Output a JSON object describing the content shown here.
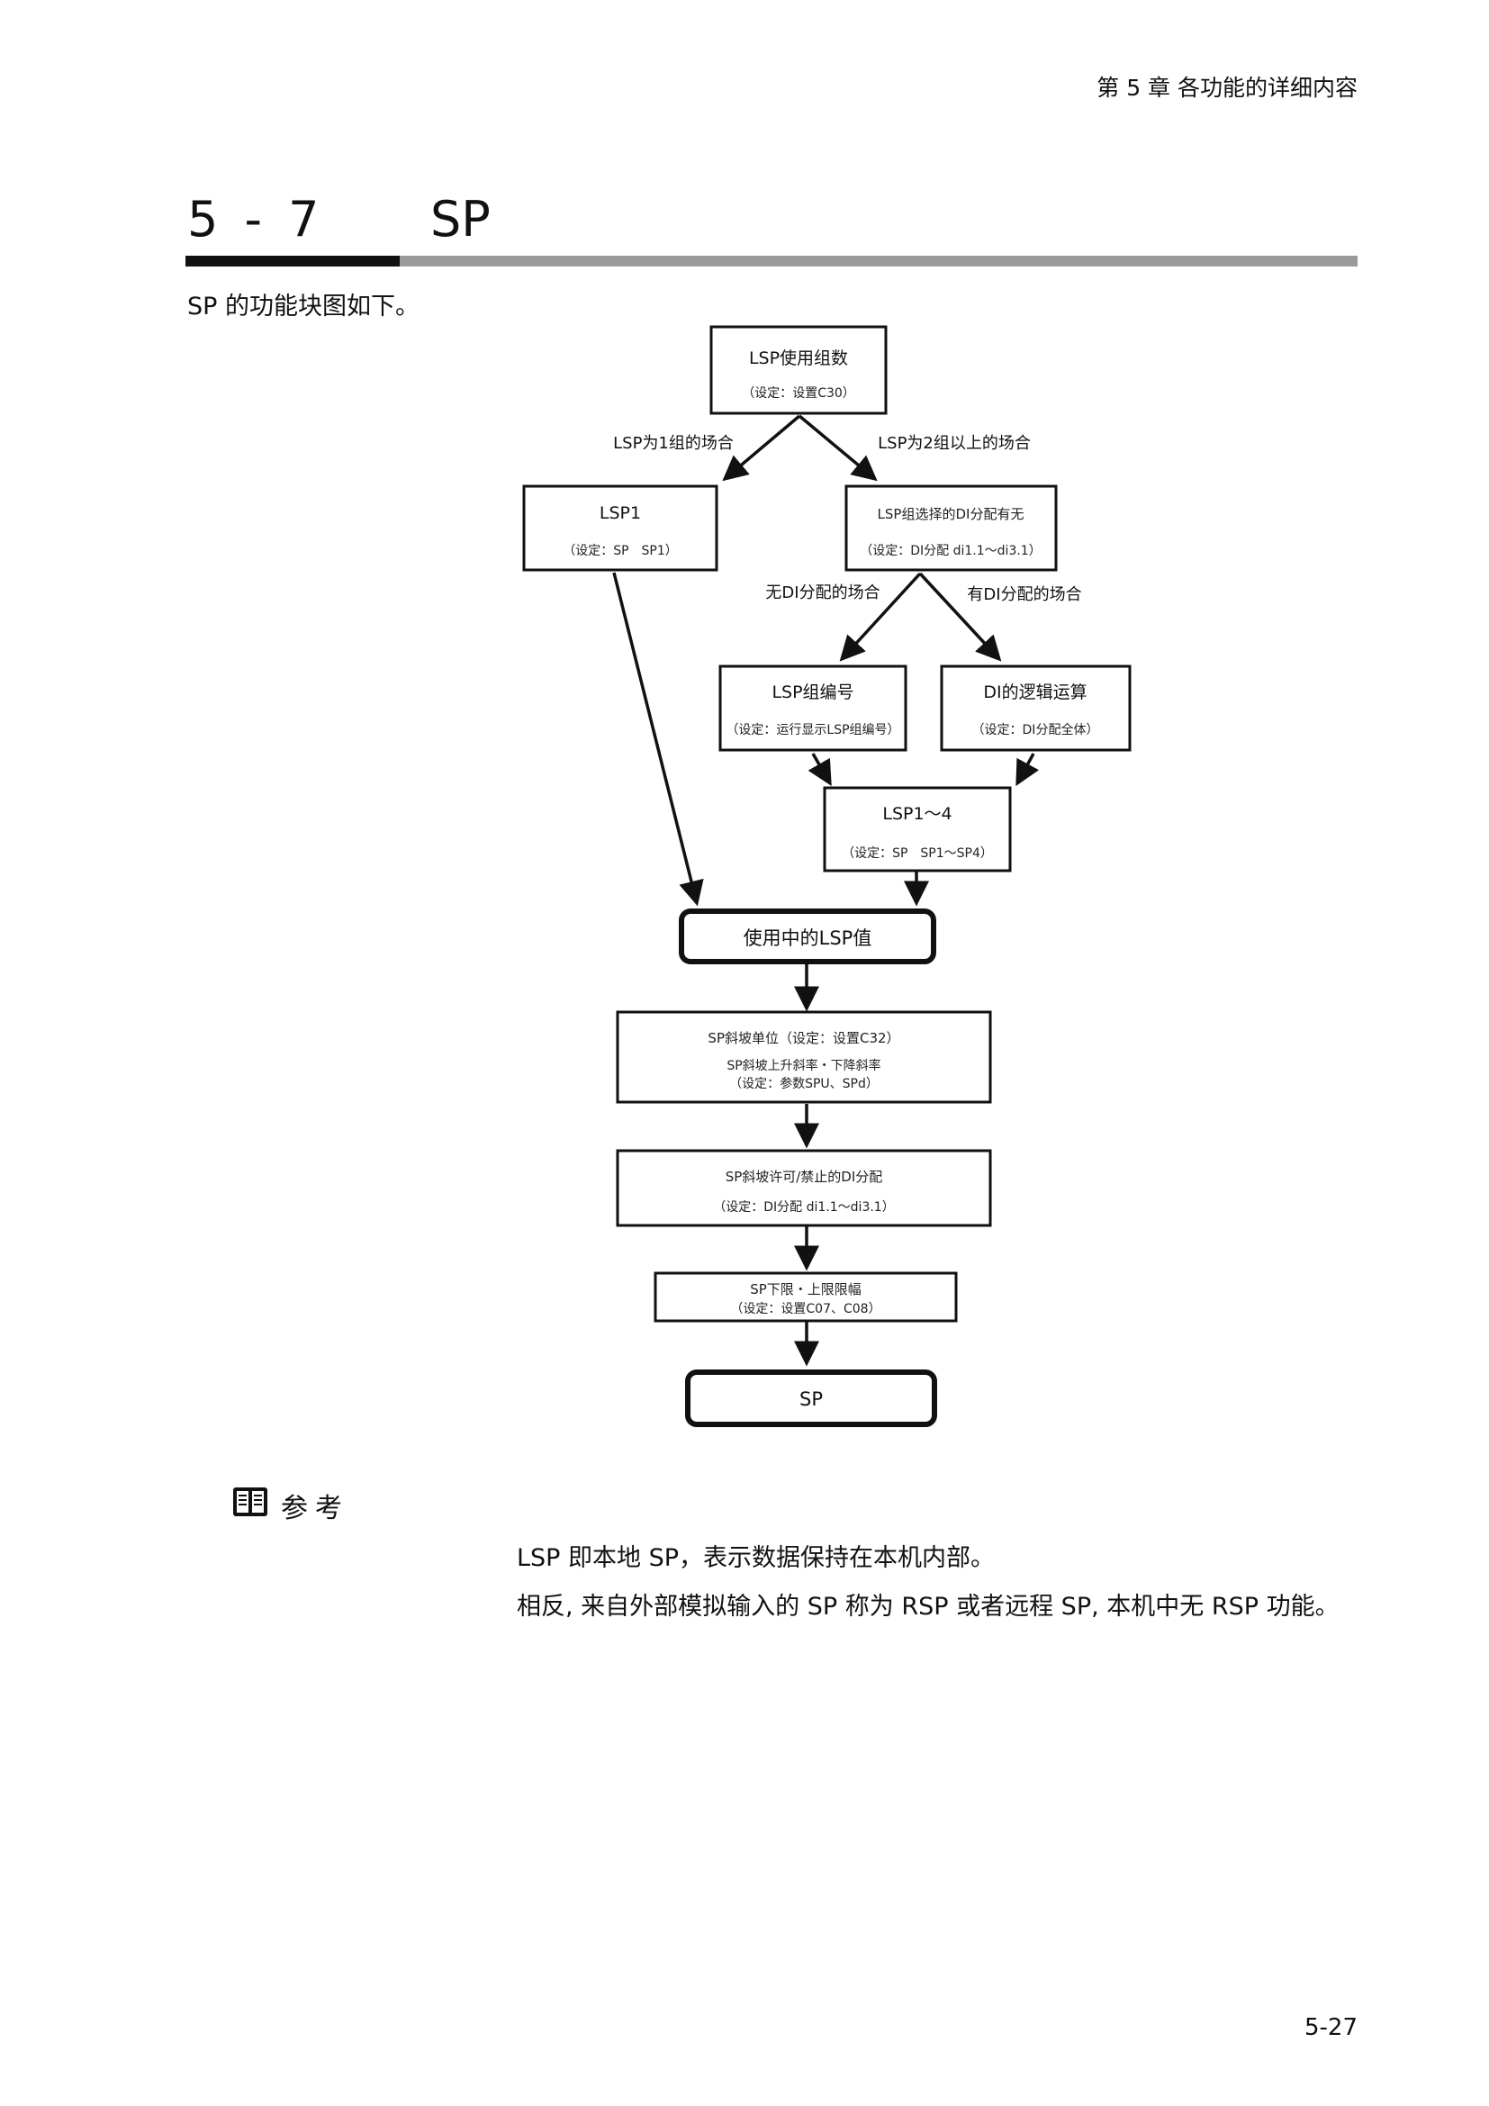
{
  "header": {
    "chapter": "第 5 章 各功能的详细内容"
  },
  "section": {
    "number": "5 - 7",
    "title": "SP",
    "intro": "SP 的功能块图如下。"
  },
  "diagram": {
    "lsp_groups": {
      "title": "LSP使用组数",
      "sub": "（设定：设置C30）"
    },
    "cond_one": "LSP为1组的场合",
    "cond_two": "LSP为2组以上的场合",
    "lsp1": {
      "title": "LSP1",
      "sub": "（设定：SP　SP1）"
    },
    "di_select": {
      "title": "LSP组选择的DI分配有无",
      "sub": "（设定：DI分配 di1.1～di3.1）"
    },
    "cond_no_di": "无DI分配的场合",
    "cond_has_di": "有DI分配的场合",
    "lsp_group_no": {
      "title": "LSP组编号",
      "sub": "（设定：运行显示LSP组编号）"
    },
    "di_logic": {
      "title": "DI的逻辑运算",
      "sub": "（设定：DI分配全体）"
    },
    "lsp1_4": {
      "title": "LSP1～4",
      "sub": "（设定：SP　SP1～SP4）"
    },
    "lsp_value": {
      "title": "使用中的LSP值"
    },
    "ramp_unit": {
      "title": "SP斜坡单位（设定：设置C32）",
      "sub1": "SP斜坡上升斜率・下降斜率",
      "sub2": "（设定：参数SPU、SPd）"
    },
    "ramp_di": {
      "title": "SP斜坡许可/禁止的DI分配",
      "sub": "（设定：DI分配 di1.1～di3.1）"
    },
    "limits": {
      "title": "SP下限・上限限幅",
      "sub": "（设定：设置C07、C08）"
    },
    "sp": {
      "title": "SP"
    }
  },
  "reference": {
    "icon": "book-icon",
    "title": "参考",
    "line1": "LSP 即本地 SP，表示数据保持在本机内部。",
    "line2": "相反, 来自外部模拟输入的 SP 称为 RSP 或者远程 SP, 本机中无 RSP 功能。"
  },
  "footer": {
    "page": "5-27"
  }
}
